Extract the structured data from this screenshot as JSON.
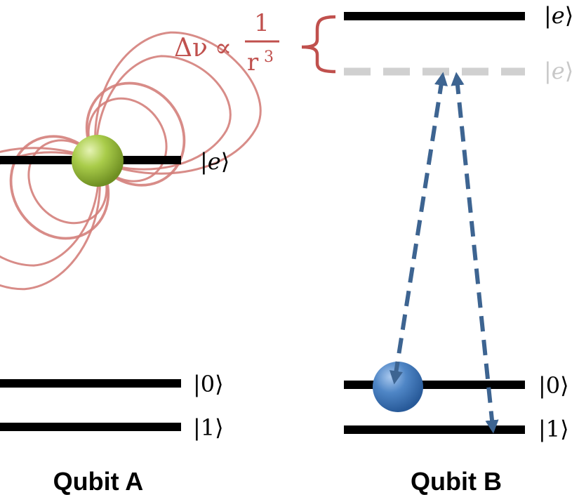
{
  "qubit_a": {
    "label": "Qubit A",
    "levels": {
      "excited": "e",
      "zero": "0",
      "one": "1"
    }
  },
  "qubit_b": {
    "label": "Qubit B",
    "levels": {
      "excited": "e",
      "shifted": "e",
      "zero": "0",
      "one": "1"
    }
  },
  "shift_formula": {
    "delta_nu": "Δν",
    "proportional": "∝",
    "numerator": "1",
    "denominator_base": "r",
    "denominator_exp": "3"
  },
  "colors": {
    "level_line": "#000000",
    "shifted_level": "#d0d0d0",
    "dipole_field": "#d47f7b",
    "formula": "#c0504d",
    "transition_arrow": "#3d6491",
    "atom_a": "#9bbb3c",
    "atom_b": "#4f81bd"
  }
}
